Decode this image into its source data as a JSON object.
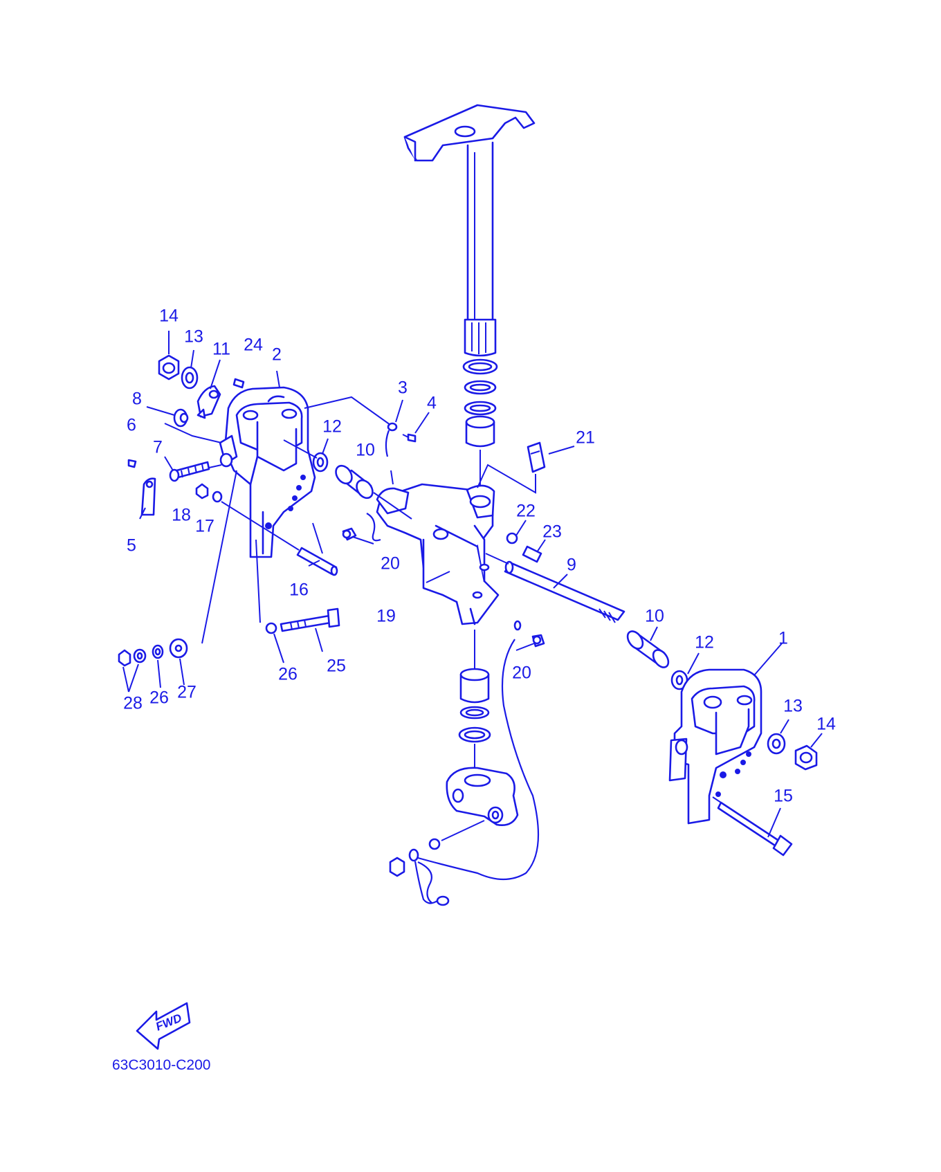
{
  "diagram": {
    "line_color": "#1a1ae6",
    "background": "#ffffff",
    "callouts": [
      "1",
      "2",
      "3",
      "4",
      "5",
      "6",
      "7",
      "8",
      "9",
      "10",
      "10",
      "11",
      "12",
      "12",
      "13",
      "13",
      "14",
      "14",
      "15",
      "16",
      "17",
      "18",
      "19",
      "20",
      "20",
      "21",
      "22",
      "23",
      "24",
      "25",
      "26",
      "26",
      "27",
      "28"
    ],
    "fwd_label": "FWD",
    "drawing_code": "63C3010-C200"
  }
}
